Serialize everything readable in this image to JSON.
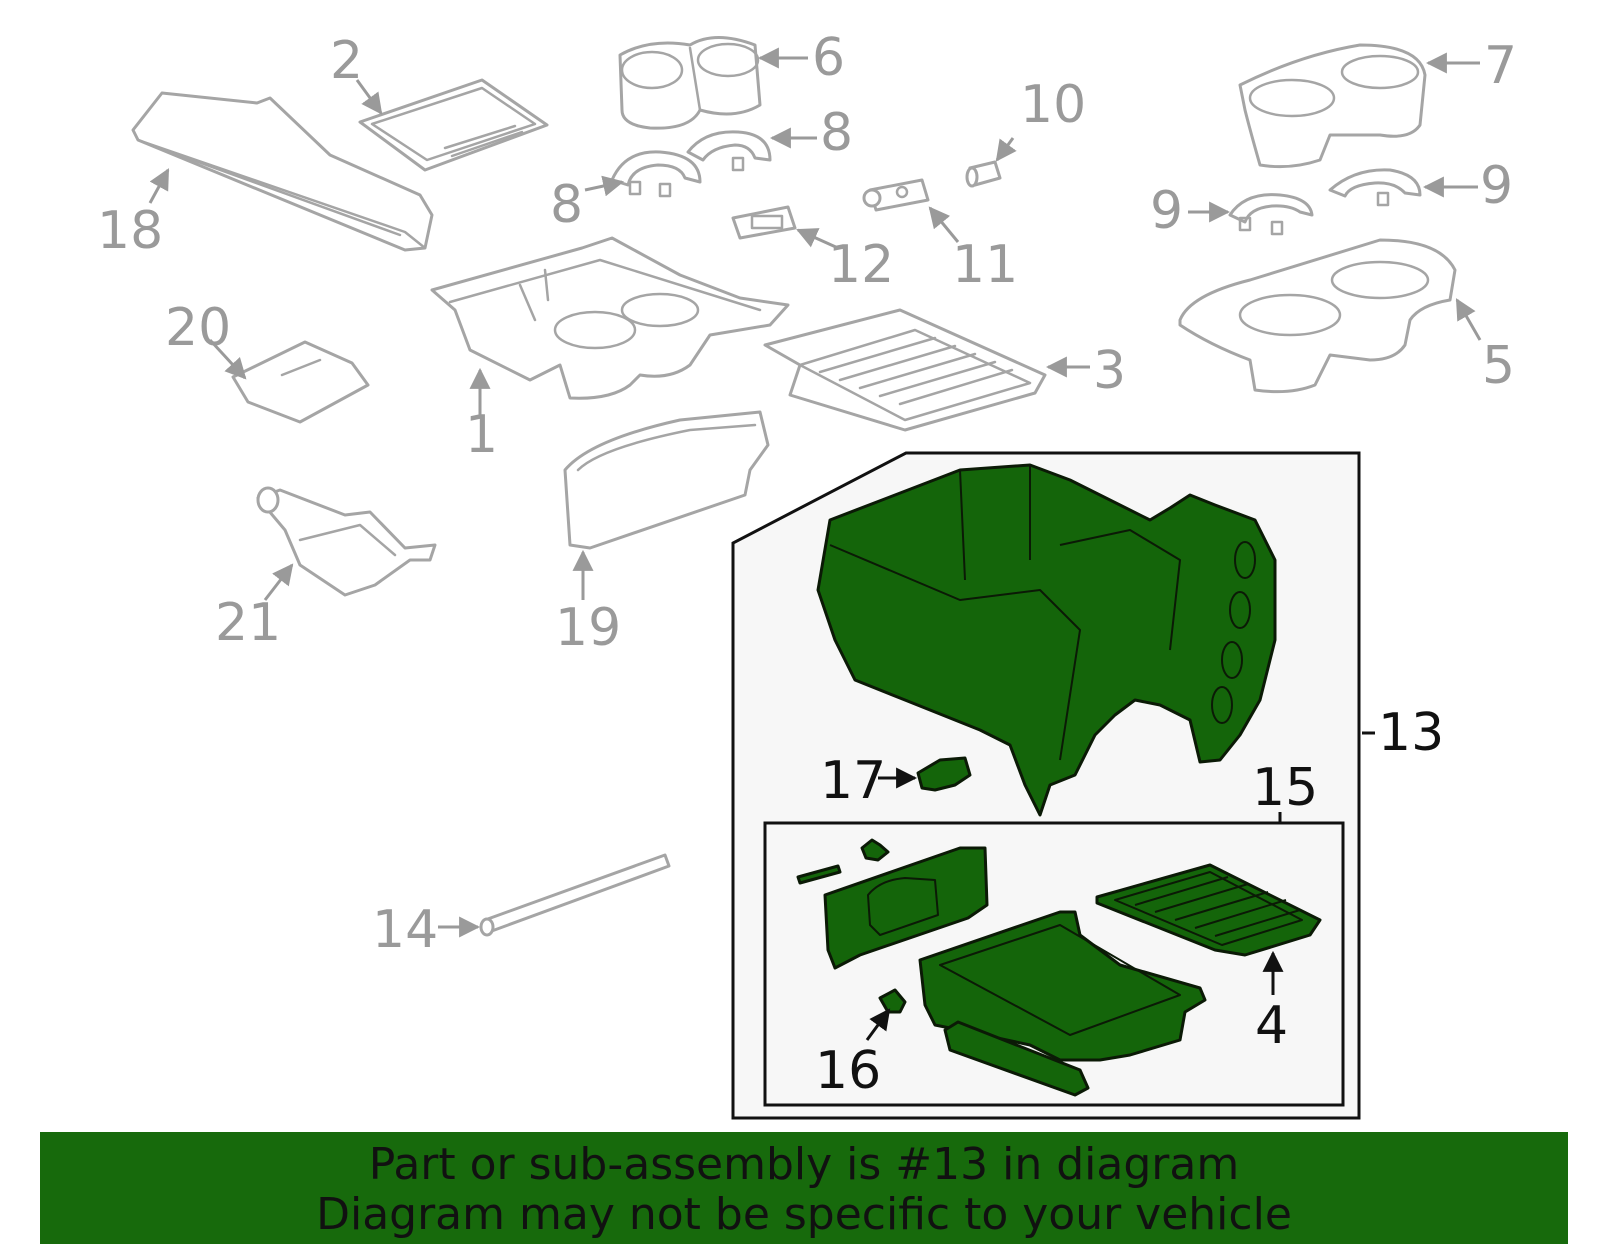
{
  "colors": {
    "highlight_green": "#14650a",
    "banner_green": "#176a0c",
    "ghost_gray": "#a5a5a5",
    "panel_bg": "#f7f7f7"
  },
  "callouts": {
    "c1": "1",
    "c2": "2",
    "c3": "3",
    "c4": "4",
    "c5": "5",
    "c6": "6",
    "c7": "7",
    "c8a": "8",
    "c8b": "8",
    "c9a": "9",
    "c9b": "9",
    "c10": "10",
    "c11": "11",
    "c12": "12",
    "c13": "13",
    "c14": "14",
    "c15": "15",
    "c16": "16",
    "c17": "17",
    "c18": "18",
    "c19": "19",
    "c20": "20",
    "c21": "21"
  },
  "banner": {
    "line1": "Part or sub-assembly is #13 in diagram",
    "line2": "Diagram may not be specific to your vehicle"
  }
}
